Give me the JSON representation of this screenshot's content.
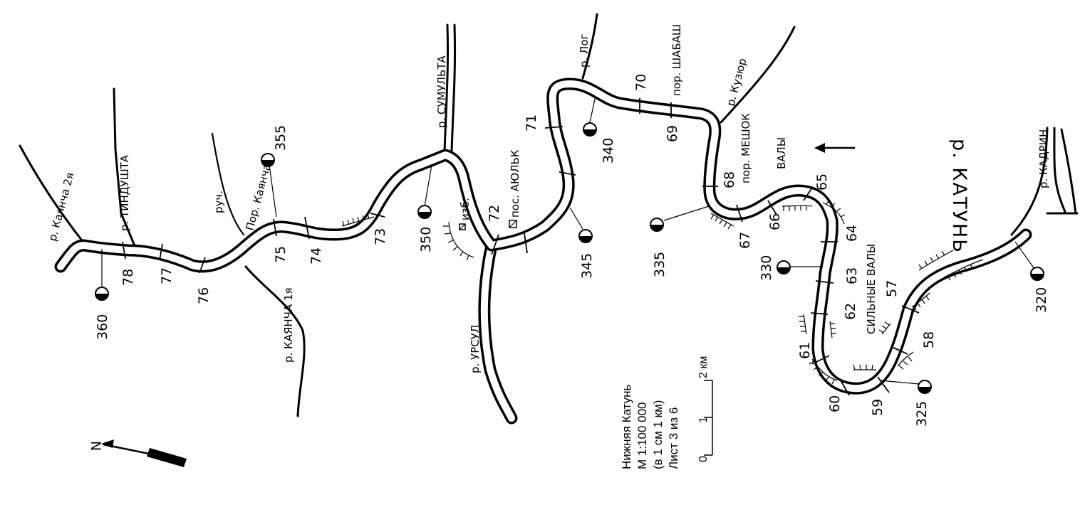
{
  "map": {
    "main_river": "р. КАТУНЬ",
    "tributaries": {
      "kayancha2": "р. Каянча 2я",
      "tindushta": "р. ТИНДУШТА",
      "ruch": "руч.",
      "kayancha1": "р. КАЯНЧА 1я",
      "sumulta": "р. СУМУЛЬТА",
      "ursul": "р. УРСУЛ",
      "log": "р. Лог",
      "kuzur": "р. Кузюр",
      "kadrin": "р. КАДРИН"
    },
    "places": {
      "ayulk": "пос. АЮЛЬК",
      "izb": "изб."
    },
    "rapids": {
      "kayancha": "Пор. Каянча",
      "shabash": "пор. ШАБАШ",
      "meshok": "пор. МЕШОК"
    },
    "waves": {
      "valy": "ВАЛЫ",
      "silnye_valy": "СИЛЬНЫЕ ВАЛЫ"
    },
    "camps": [
      "360",
      "355",
      "350",
      "345",
      "340",
      "335",
      "330",
      "325",
      "320"
    ],
    "km_marks": [
      "78",
      "77",
      "76",
      "75",
      "74",
      "73",
      "72",
      "71",
      "70",
      "69",
      "68",
      "67",
      "66",
      "65",
      "64",
      "63",
      "62",
      "61",
      "60",
      "59",
      "58",
      "57"
    ]
  },
  "legend": {
    "title": "Нижняя Катунь",
    "scale": "М 1:100 000",
    "scale_note": "(в 1 см 1 км)",
    "sheet": "Лист 3 из 6",
    "bar_labels": [
      "0",
      "1",
      "2 км"
    ]
  },
  "north": {
    "label": "N"
  },
  "icons": {
    "camp": "half-filled-circle-icon",
    "north": "north-arrow-icon",
    "flow": "flow-arrow-icon"
  }
}
